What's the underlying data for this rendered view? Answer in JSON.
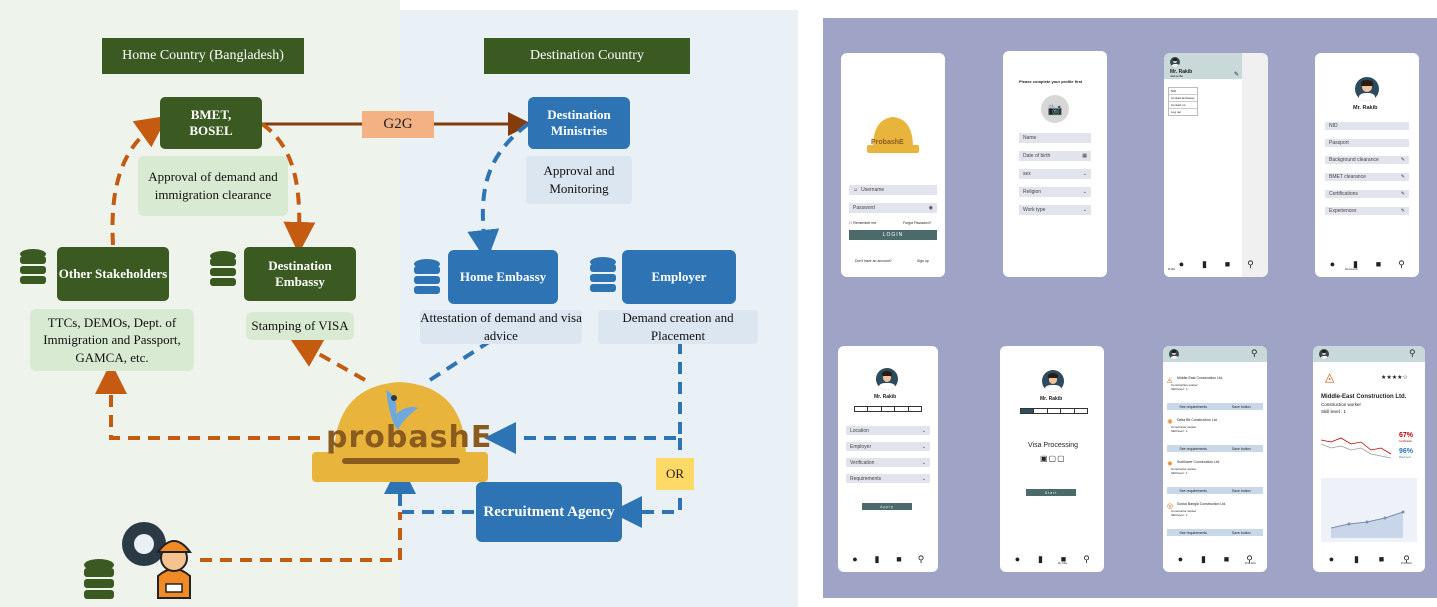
{
  "diagram": {
    "home_header": "Home Country (Bangladesh)",
    "dest_header": "Destination Country",
    "bmet": "BMET,\nBOSEL",
    "bmet_desc": "Approval of demand and immigration clearance",
    "g2g": "G2G",
    "dest_ministries": "Destination Ministries",
    "dest_ministries_desc": "Approval and Monitoring",
    "other_stakeholders": "Other Stakeholders",
    "other_stakeholders_desc": "TTCs, DEMOs, Dept. of Immigration and Passport, GAMCA, etc.",
    "dest_embassy": "Destination Embassy",
    "dest_embassy_desc": "Stamping of VISA",
    "home_embassy": "Home Embassy",
    "home_embassy_desc": "Attestation of demand and visa advice",
    "employer": "Employer",
    "employer_desc": "Demand creation and Placement",
    "recruitment_agency": "Recruitment Agency",
    "or": "OR",
    "logo_text": "probashE",
    "colors": {
      "green": "#3a5a22",
      "blue": "#2e74b5",
      "orange": "#c55a11",
      "dash_blue": "#2e74b5"
    }
  },
  "screens": {
    "login": {
      "logo_text": "ProbashE",
      "username_placeholder": "Username",
      "password_placeholder": "Password",
      "remember": "Remember me",
      "forgot": "Forgot Password?",
      "login_btn": "LOGIN",
      "no_account": "Don't have an account?",
      "signup": "Sign up"
    },
    "profile_setup": {
      "title": "Please complete your profile first",
      "fields": [
        "Name",
        "Date of birth",
        "sex",
        "Religion",
        "Work type"
      ]
    },
    "drawer": {
      "name": "Mr. Rakib",
      "sub": "rakib.profile",
      "items": [
        "NID",
        "Contact Embassy",
        "Contact us",
        "Log out"
      ],
      "nav_label": "Profile"
    },
    "profile": {
      "name": "Mr. Rakib",
      "fields": [
        "NID",
        "Passport",
        "Background clearance",
        "BMET clearance",
        "Certifications",
        "Experiences"
      ],
      "nav_label": "Documents"
    },
    "process": {
      "name": "Mr. Rakib",
      "items": [
        "Location",
        "Employer",
        "Verification",
        "Requirements"
      ],
      "btn": "Apply"
    },
    "visa": {
      "name": "Mr. Rakib",
      "status": "Visa Processing",
      "btn": "Start"
    },
    "jobs": {
      "items": [
        {
          "company": "Middle-East Construction Ltd.",
          "role": "Construction worker",
          "skill": "Skill level : 1"
        },
        {
          "company": "Delta Bit Construction Ltd.",
          "role": "Constructor worker",
          "skill": "Skill level : 1"
        },
        {
          "company": "Sunflower Construction Ltd.",
          "role": "Constructor worker",
          "skill": "Skill level : 1"
        },
        {
          "company": "Sonka Bangla Construction Ltd.",
          "role": "Constructor worker",
          "skill": "Skill level : 1"
        }
      ],
      "see_req": "See requirements",
      "save": "Save button",
      "nav_label": "Find Jobs"
    },
    "detail": {
      "company": "Middle-East Construction Ltd.",
      "role": "Construction worker",
      "skill": "Skill level : 1",
      "stars": "★★★★☆",
      "stat1": "67%",
      "stat1_label": "Certification",
      "stat2": "96%",
      "stat2_label": "Placement",
      "nav_label": "Find Jobs"
    },
    "jobs_nav_label": "My Jobs"
  }
}
